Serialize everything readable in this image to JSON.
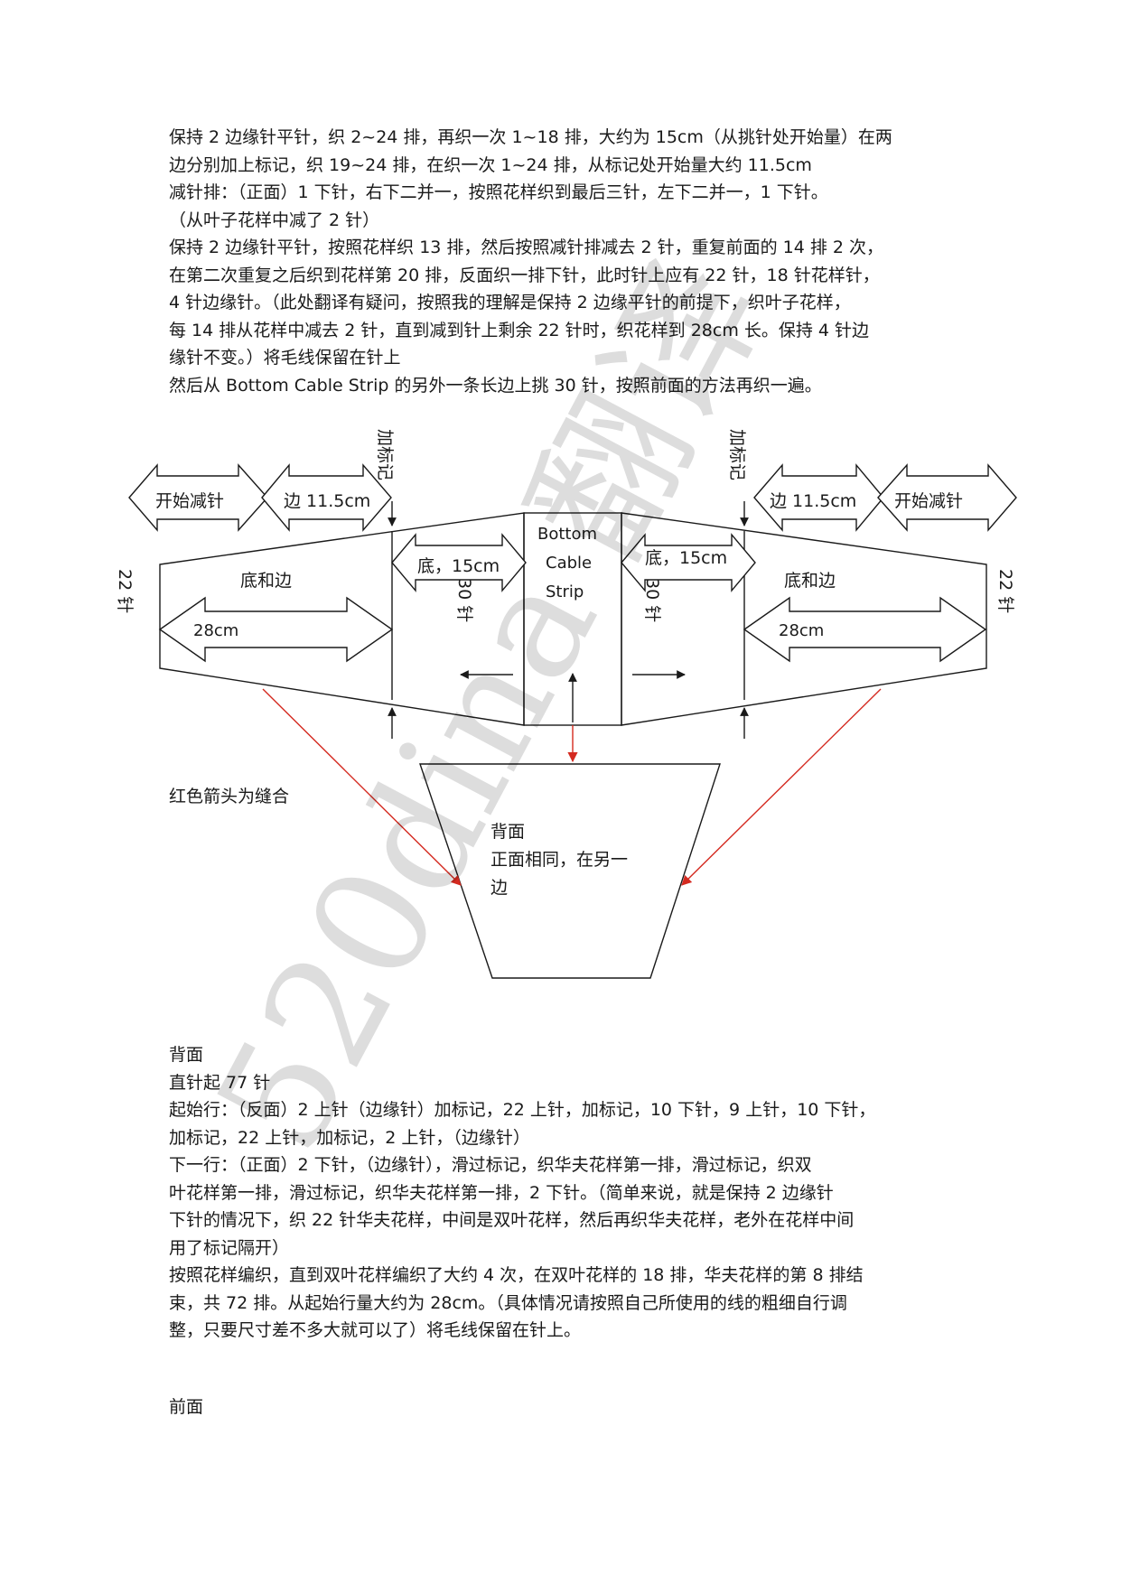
{
  "instructions_top": [
    "保持 2 边缘针平针，织 2~24 排，再织一次 1~18 排，大约为 15cm（从挑针处开始量）在两",
    "边分别加上标记，织 19~24 排，在织一次 1~24 排，从标记处开始量大约 11.5cm",
    "减针排：（正面）1 下针，右下二并一，按照花样织到最后三针，左下二并一，1 下针。",
    "（从叶子花样中减了 2 针）",
    "保持 2 边缘针平针，按照花样织 13 排，然后按照减针排减去 2 针，重复前面的 14 排 2 次，",
    "在第二次重复之后织到花样第 20 排，反面织一排下针，此时针上应有 22 针，18 针花样针，",
    "4 针边缘针。（此处翻译有疑问，按照我的理解是保持 2 边缘平针的前提下，织叶子花样，",
    "每 14 排从花样中减去 2 针，直到减到针上剩余 22 针时，织花样到 28cm 长。保持 4 针边",
    "缘针不变。）将毛线保留在针上",
    "然后从 Bottom Cable Strip 的另外一条长边上挑 30 针，按照前面的方法再织一遍。"
  ],
  "diagram": {
    "marker_label": "加标记",
    "start_decrease": "开始减针",
    "edge_length": "边 11.5cm",
    "bottom_edge": "底和边",
    "bottom_length": "底，15cm",
    "stitches_30": "30 针",
    "stitches_22": "22 针",
    "length_28": "28cm",
    "strip_line1": "Bottom",
    "strip_line2": "Cable",
    "strip_line3": "Strip",
    "seam_note": "红色箭头为缝合",
    "back_line1": "背面",
    "back_line2": "正面相同，在另一",
    "back_line3": "边",
    "seam_color": "#d42a20"
  },
  "watermark": "520dina 翻译",
  "instructions_back": [
    "背面",
    "直针起 77 针",
    "起始行：（反面）2 上针（边缘针）加标记，22 上针，加标记，10 下针，9 上针，10 下针，",
    "加标记，22 上针，加标记，2 上针，（边缘针）",
    "下一行：（正面）2 下针，（边缘针），滑过标记，织华夫花样第一排，滑过标记，织双",
    "叶花样第一排，滑过标记，织华夫花样第一排，2 下针。（简单来说，就是保持 2 边缘针",
    "下针的情况下，织 22 针华夫花样，中间是双叶花样，然后再织华夫花样，老外在花样中间",
    "用了标记隔开）",
    "按照花样编织，直到双叶花样编织了大约 4 次，在双叶花样的 18 排，华夫花样的第 8 排结",
    "束，共 72 排。从起始行量大约为 28cm。（具体情况请按照自己所使用的线的粗细自行调",
    "整，只要尺寸差不多大就可以了）将毛线保留在针上。"
  ],
  "section_front": "前面"
}
